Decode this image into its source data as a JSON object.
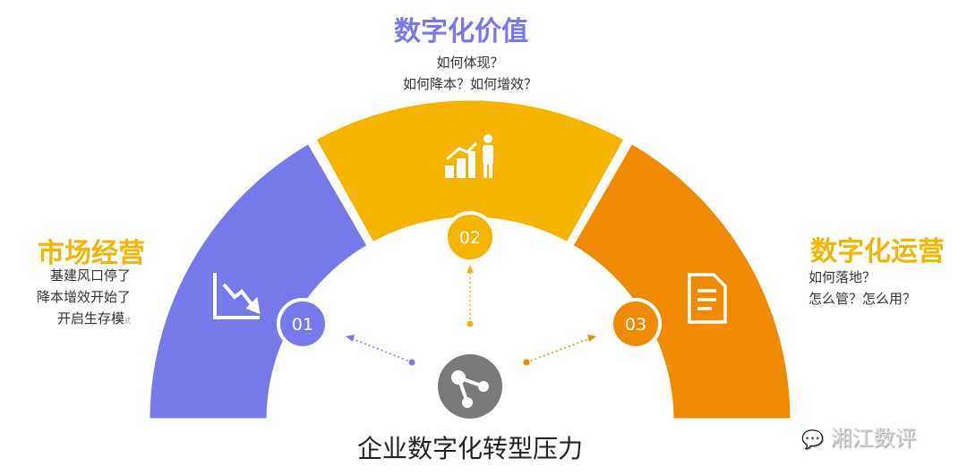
{
  "center": {
    "title": "企业数字化转型压力"
  },
  "segments": [
    {
      "num": "01",
      "title": "市场经营",
      "lines": [
        "基建风口停了",
        "降本增效开始了",
        "开启生存模"
      ],
      "tail": "式",
      "color": "#7779ea",
      "title_color": "#f5b400"
    },
    {
      "num": "02",
      "title": "数字化价值",
      "lines": [
        "如何体现？",
        "如何降本？如何增效？"
      ],
      "color": "#f5b400",
      "title_color": "#7779ea"
    },
    {
      "num": "03",
      "title": "数字化运营",
      "lines": [
        "如何落地？",
        "怎么管？怎么用？"
      ],
      "color": "#f08a00",
      "title_color": "#f5b400"
    }
  ],
  "watermark": "湘江数评",
  "colors": {
    "hub": "#7a7a7a"
  }
}
